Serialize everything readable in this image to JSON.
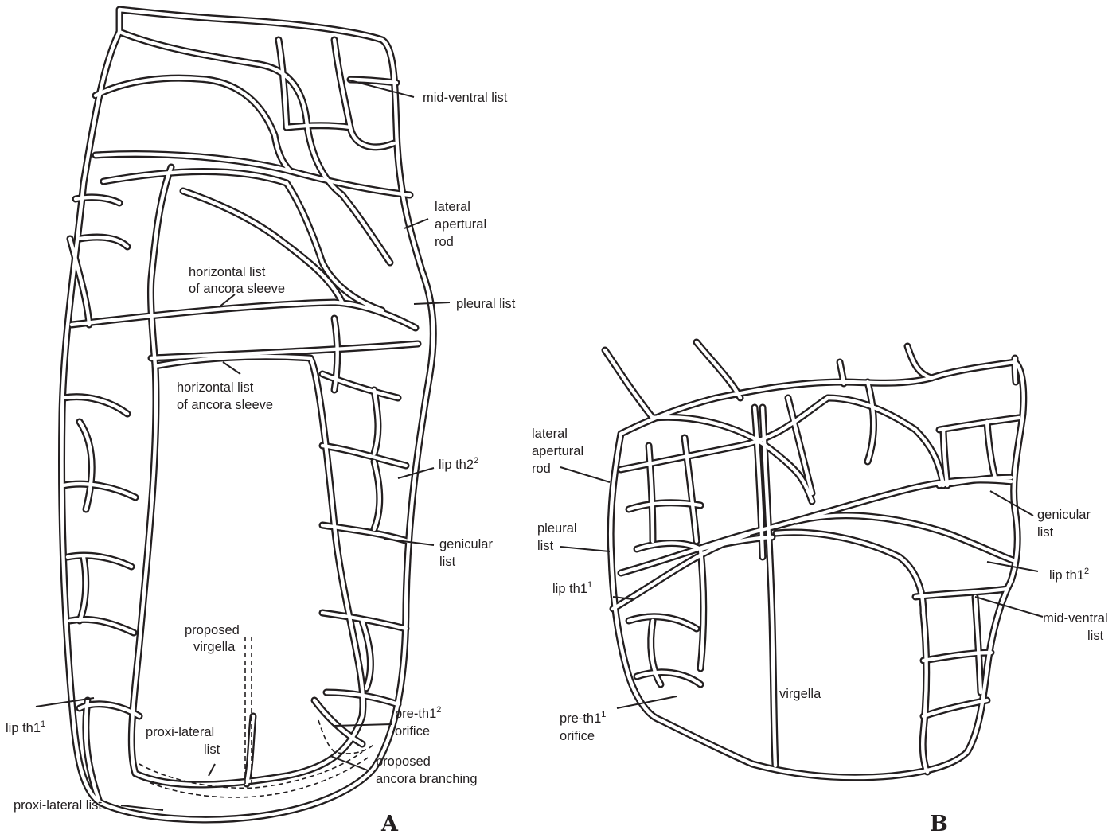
{
  "panels": {
    "a": "A",
    "b": "B"
  },
  "labels_a": {
    "mid_ventral": "mid-ventral list",
    "lateral_apertural": [
      "lateral",
      "apertural",
      "rod"
    ],
    "horizontal_list_1": [
      "horizontal list",
      "of ancora sleeve"
    ],
    "pleural": "pleural list",
    "horizontal_list_2": [
      "horizontal list",
      "of ancora sleeve"
    ],
    "lip_th2": {
      "text": "lip th2",
      "sup": "2"
    },
    "genicular": [
      "genicular",
      "list"
    ],
    "proposed_virgella": [
      "proposed",
      "virgella"
    ],
    "lip_th1": {
      "text": "lip th1",
      "sup": "1"
    },
    "proxi_lateral_inner": [
      "proxi-lateral",
      "list"
    ],
    "pre_th1": {
      "text": "pre-th1",
      "sup": "2",
      "line2": "orifice"
    },
    "proposed_ancora": [
      "proposed",
      "ancora branching"
    ],
    "proxi_lateral_outer": "proxi-lateral list"
  },
  "labels_b": {
    "lateral_apertural": [
      "lateral",
      "apertural",
      "rod"
    ],
    "pleural": [
      "pleural",
      "list"
    ],
    "lip_th1_left": {
      "text": "lip th1",
      "sup": "1"
    },
    "pre_th1": {
      "text": "pre-th1",
      "sup": "1",
      "line2": "orifice"
    },
    "virgella": "virgella",
    "genicular": [
      "genicular",
      "list"
    ],
    "lip_th1_right": {
      "text": "lip th1",
      "sup": "2"
    },
    "mid_ventral": [
      "mid-ventral",
      "list"
    ]
  }
}
